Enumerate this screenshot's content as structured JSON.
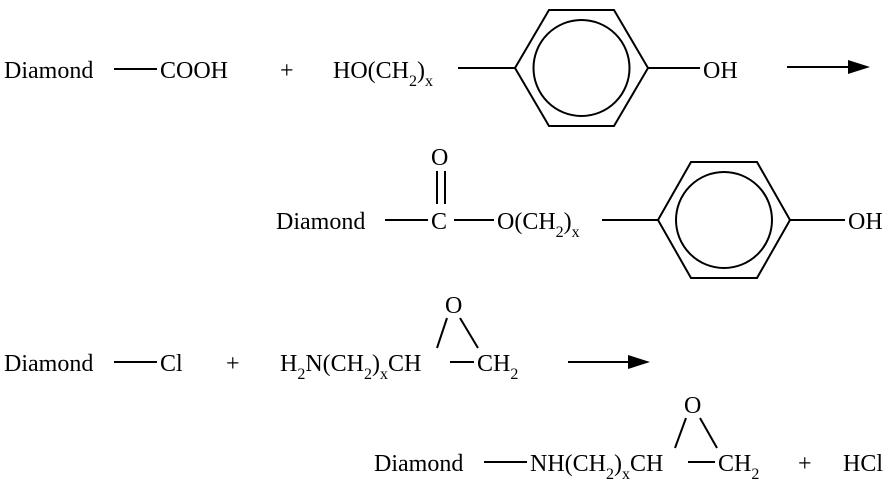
{
  "reaction1": {
    "reactant1": {
      "group": "Diamond",
      "substituent": "COOH"
    },
    "plus": "+",
    "reactant2": {
      "prefix": "HO(CH",
      "sub2": "2",
      "close": ")",
      "subx": "x",
      "oh": "OH"
    }
  },
  "product1": {
    "diamond": "Diamond",
    "carbonyl_o": "O",
    "carbon": "C",
    "chain_prefix": "O(CH",
    "sub2": "2",
    "close": ")",
    "subx": "x",
    "oh": "OH"
  },
  "reaction2": {
    "reactant1": {
      "group": "Diamond",
      "substituent": "Cl"
    },
    "plus": "+",
    "reactant2": {
      "h": "H",
      "h_sub": "2",
      "n_prefix": "N(CH",
      "sub2": "2",
      "close": ")",
      "subx": "x",
      "ch": "CH",
      "ch2": "CH",
      "ch2_sub": "2",
      "epoxide_o": "O"
    }
  },
  "product2": {
    "diamond": "Diamond",
    "nh_prefix": "NH(CH",
    "sub2": "2",
    "close": ")",
    "subx": "x",
    "ch": "CH",
    "ch2": "CH",
    "ch2_sub": "2",
    "epoxide_o": "O",
    "plus": "+",
    "hcl": "HCl"
  }
}
